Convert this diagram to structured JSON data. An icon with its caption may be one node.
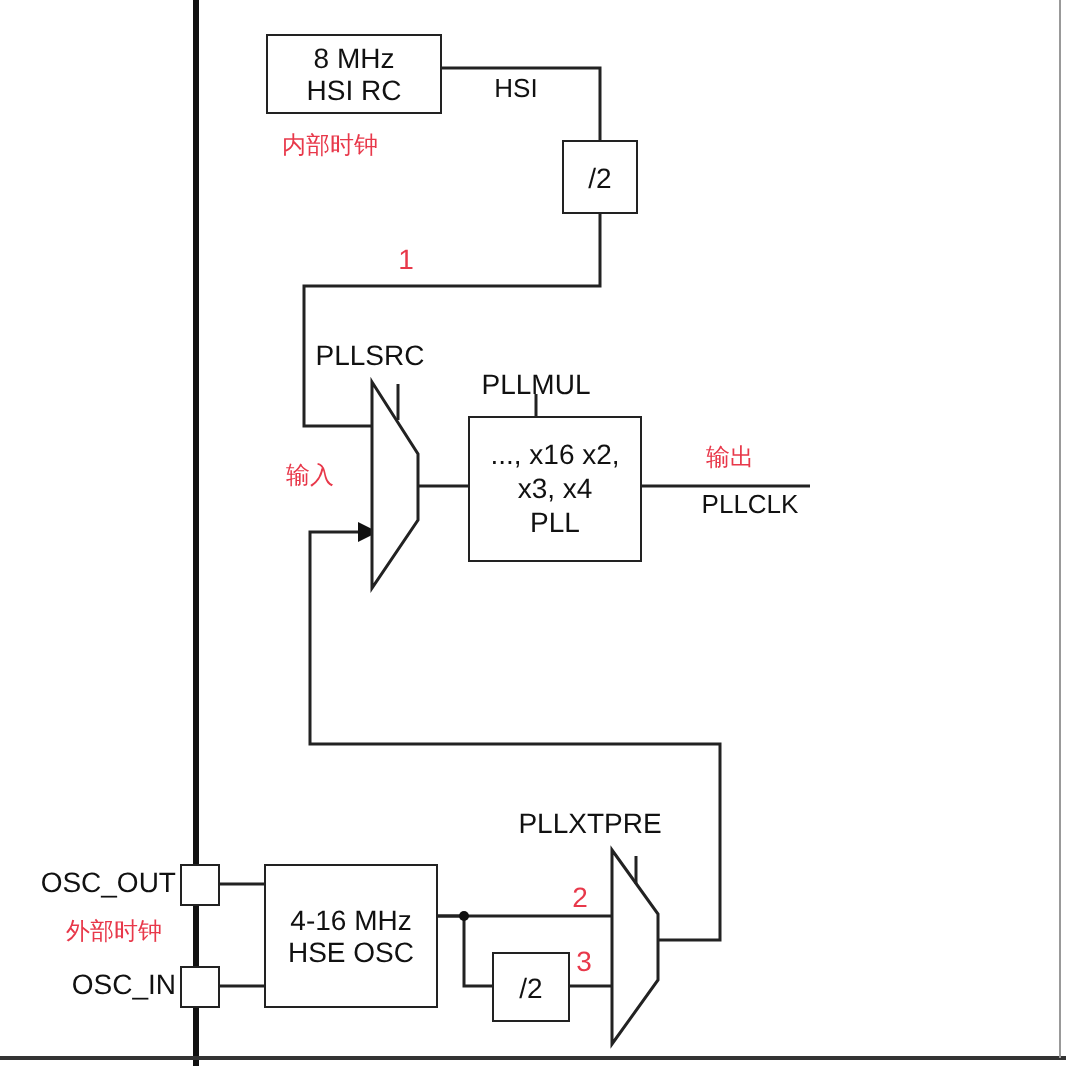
{
  "diagram": {
    "nodes": [
      {
        "text": [
          "8 MHz HSI RC"
        ],
        "beside": [
          "内部时钟"
        ]
      },
      {
        "text": [
          "/2"
        ]
      },
      {
        "text": [
          "PLLSRC"
        ],
        "beside": [
          "输入"
        ]
      },
      {
        "text": [
          "PLLMUL",
          "..., x16 x2, x3, x4 PLL"
        ]
      },
      {
        "text": [
          "OSC_OUT"
        ]
      },
      {
        "text": [
          "OSC_IN"
        ]
      },
      {
        "text": [
          "4-16 MHz HSE OSC"
        ]
      },
      {
        "text": [
          "/2"
        ]
      },
      {
        "text": [
          "PLLXTPRE"
        ]
      }
    ],
    "edges": [
      {
        "from": 0,
        "to": 1,
        "arrow": "none",
        "label": "HSI"
      },
      {
        "from": 1,
        "to": 2,
        "arrow": "none",
        "label": "1"
      },
      {
        "from": 2,
        "to": 3,
        "arrow": "none"
      },
      {
        "from": 3,
        "to": null,
        "arrow": "none",
        "label": "PLLCLK"
      },
      {
        "from": 4,
        "to": 6,
        "arrow": "none"
      },
      {
        "from": 5,
        "to": 6,
        "arrow": "none"
      },
      {
        "from": 6,
        "to": 8,
        "arrow": "none",
        "label": "2"
      },
      {
        "from": 6,
        "to": 7,
        "arrow": "none"
      },
      {
        "from": 7,
        "to": 8,
        "arrow": "none",
        "label": "3"
      },
      {
        "from": 8,
        "to": 2,
        "arrow": "to"
      }
    ],
    "labels": [
      "输出",
      "外部时钟"
    ]
  }
}
